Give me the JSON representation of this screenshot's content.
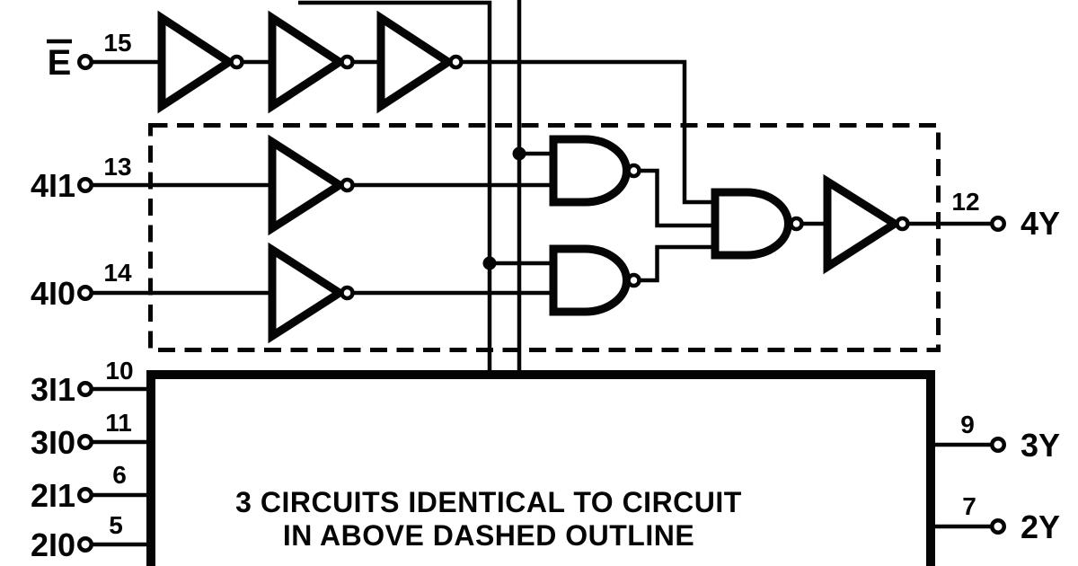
{
  "diagram": {
    "type": "logic-circuit",
    "device_style": "quad 2-input multiplexer logic diagram",
    "colors": {
      "ink": "#050505",
      "paper": "#ffffff"
    },
    "enable": {
      "label": "E",
      "overline": true,
      "pin": "15"
    },
    "circuit4": {
      "input1": {
        "label": "4I1",
        "pin": "13"
      },
      "input0": {
        "label": "4I0",
        "pin": "14"
      },
      "output": {
        "label": "4Y",
        "pin": "12"
      }
    },
    "bottom_box": {
      "note_line1": "3 CIRCUITS IDENTICAL TO CIRCUIT",
      "note_line2": "IN ABOVE DASHED OUTLINE",
      "left_pins": [
        {
          "label": "3I1",
          "pin": "10"
        },
        {
          "label": "3I0",
          "pin": "11"
        },
        {
          "label": "2I1",
          "pin": "6"
        },
        {
          "label": "2I0",
          "pin": "5"
        }
      ],
      "right_pins": [
        {
          "label": "3Y",
          "pin": "9"
        },
        {
          "label": "2Y",
          "pin": "7"
        }
      ]
    },
    "symbols": {
      "inverter": "triangle with output bubble",
      "nand_gate": "D-shape with output bubble",
      "pin_terminal": "small open circle",
      "junction": "solid dot",
      "identical_circuit_outline": "dashed rectangle"
    }
  }
}
